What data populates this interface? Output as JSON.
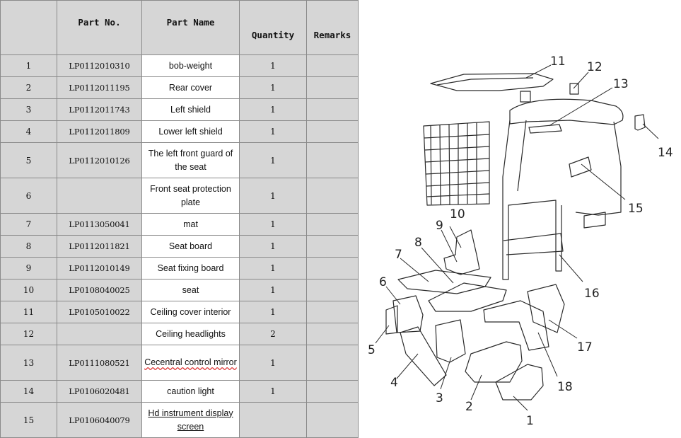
{
  "table": {
    "headers": {
      "index": "",
      "part_no": "Part No.",
      "part_name": "Part Name",
      "quantity": "Quantity",
      "remarks": "Remarks"
    },
    "rows": [
      {
        "index": "1",
        "part_no": "LP0112010310",
        "part_name": "bob-weight",
        "quantity": "1",
        "remarks": ""
      },
      {
        "index": "2",
        "part_no": "LP0112011195",
        "part_name": "Rear cover",
        "quantity": "1",
        "remarks": ""
      },
      {
        "index": "3",
        "part_no": "LP0112011743",
        "part_name": "Left shield",
        "quantity": "1",
        "remarks": ""
      },
      {
        "index": "4",
        "part_no": "LP0112011809",
        "part_name": "Lower left shield",
        "quantity": "1",
        "remarks": ""
      },
      {
        "index": "5",
        "part_no": "LP0112010126",
        "part_name": "The left front guard of the seat",
        "quantity": "1",
        "remarks": ""
      },
      {
        "index": "6",
        "part_no": "",
        "part_name": "Front seat protection plate",
        "quantity": "1",
        "remarks": ""
      },
      {
        "index": "7",
        "part_no": "LP0113050041",
        "part_name": "mat",
        "quantity": "1",
        "remarks": ""
      },
      {
        "index": "8",
        "part_no": "LP0112011821",
        "part_name": "Seat board",
        "quantity": "1",
        "remarks": ""
      },
      {
        "index": "9",
        "part_no": "LP0112010149",
        "part_name": "Seat fixing board",
        "quantity": "1",
        "remarks": ""
      },
      {
        "index": "10",
        "part_no": "LP0108040025",
        "part_name": "seat",
        "quantity": "1",
        "remarks": ""
      },
      {
        "index": "11",
        "part_no": "LP0105010022",
        "part_name": "Ceiling cover interior",
        "quantity": "1",
        "remarks": ""
      },
      {
        "index": "12",
        "part_no": "",
        "part_name": "Ceiling headlights",
        "quantity": "2",
        "remarks": ""
      },
      {
        "index": "13",
        "part_no": "LP0111080521",
        "part_name": "Cecentral control mirror",
        "quantity": "1",
        "remarks": ""
      },
      {
        "index": "14",
        "part_no": "LP0106020481",
        "part_name": "caution light",
        "quantity": "1",
        "remarks": ""
      },
      {
        "index": "15",
        "part_no": "LP0106040079",
        "part_name": "Hd instrument display screen",
        "quantity": "",
        "remarks": ""
      }
    ]
  },
  "diagram": {
    "callouts": [
      "1",
      "2",
      "3",
      "4",
      "5",
      "6",
      "7",
      "8",
      "9",
      "10",
      "11",
      "12",
      "13",
      "14",
      "15",
      "16",
      "17",
      "18"
    ]
  }
}
